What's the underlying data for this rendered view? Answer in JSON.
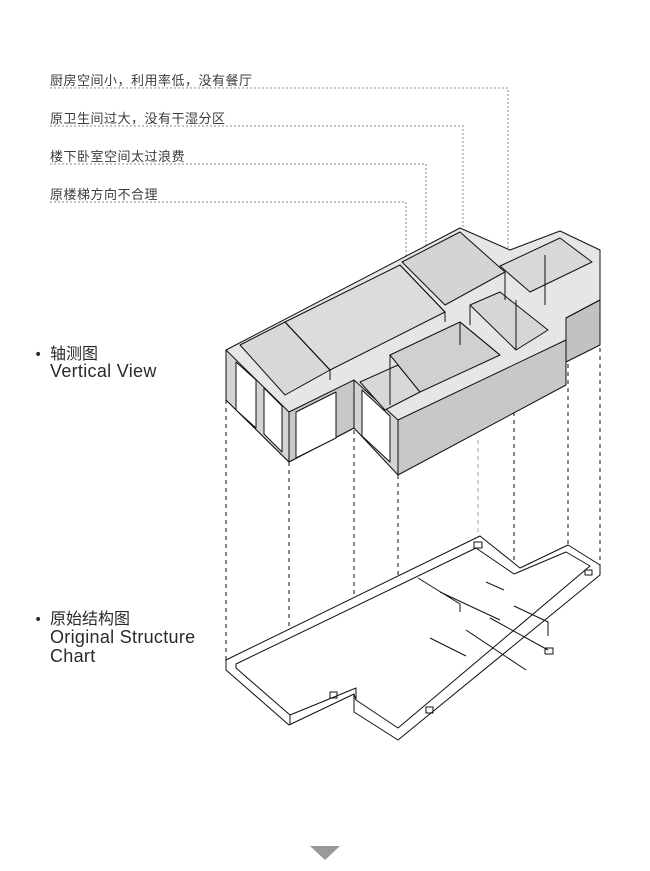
{
  "annotations": [
    "厨房空间小，利用率低，没有餐厅",
    "原卫生间过大，没有干湿分区",
    "楼下卧室空间太过浪费",
    "原楼梯方向不合理"
  ],
  "sections": {
    "axonometric": {
      "bullet": "•",
      "title_cn": "轴测图",
      "title_en": "Vertical View"
    },
    "original": {
      "bullet": "•",
      "title_cn": "原始结构图",
      "title_en_line1": "Original Structure",
      "title_en_line2": "Chart"
    }
  },
  "colors": {
    "line": "#111111",
    "wall_side": "#d4d4d4",
    "wall_side_dark": "#c2c2c2",
    "floor": "#e6e6e6",
    "guide": "#8a8a8a",
    "arrow": "#9a9a9a"
  },
  "icons": {
    "next": "chevron-down-icon"
  }
}
